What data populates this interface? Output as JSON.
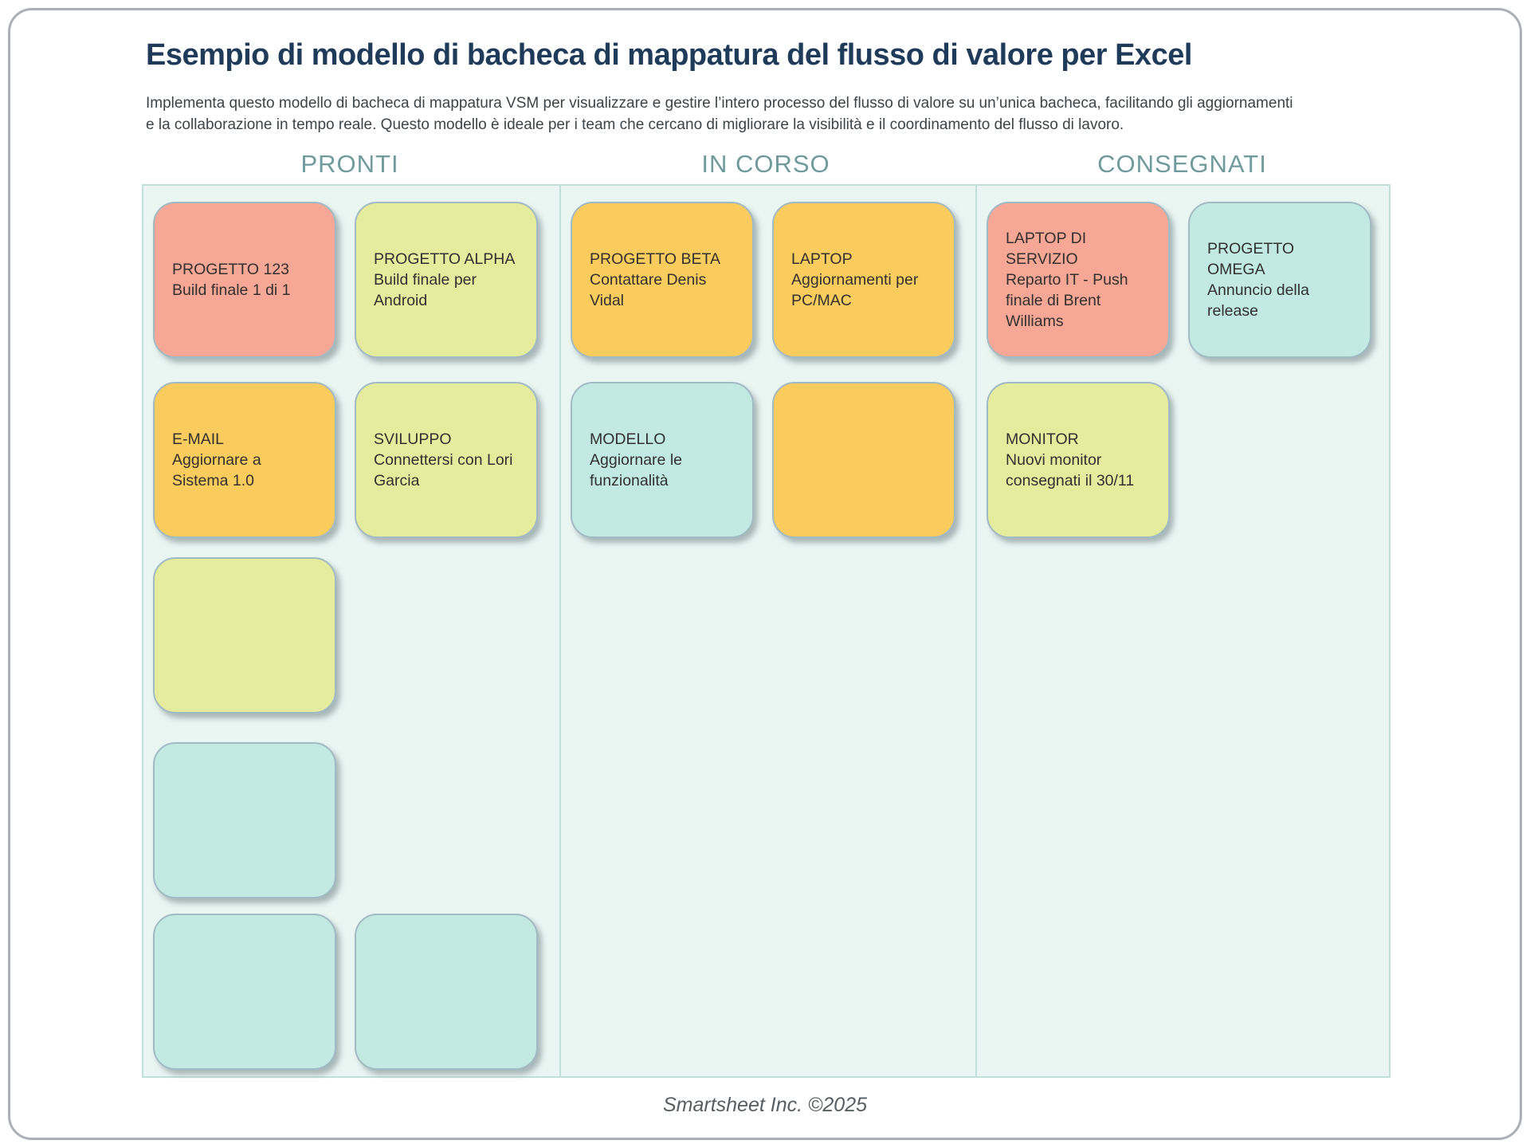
{
  "page": {
    "title": "Esempio di modello di bacheca di mappatura del flusso di valore per Excel",
    "subtitle_line1": "Implementa questo modello di bacheca di mappatura VSM per visualizzare e gestire l’intero processo del flusso di valore su un’unica bacheca, facilitando gli aggiornamenti",
    "subtitle_line2": "e la collaborazione in tempo reale. Questo modello è ideale per i team che cercano di migliorare la visibilità e il coordinamento del flusso di lavoro.",
    "footer_credit": "Smartsheet Inc. ©2025"
  },
  "colors": {
    "title_navy": "#1F3B5A",
    "header_teal": "#6F9B9D",
    "board_bg": "#EAF6F2",
    "board_border": "#C2E0DA",
    "card_border": "#A2BAC3",
    "salmon": "#F6A795",
    "orange": "#F9CC5D",
    "green": "#E6EC9E",
    "teal": "#C2EAE2"
  },
  "board": {
    "columns": [
      {
        "label": "PRONTI",
        "cards": [
          {
            "title": "PROGETTO 123",
            "body": "Build finale 1 di 1",
            "color": "salmon"
          },
          {
            "title": "PROGETTO ALPHA",
            "body": "Build finale per Android",
            "color": "green"
          },
          {
            "title": "E-MAIL",
            "body": "Aggiornare a Sistema 1.0",
            "color": "orange"
          },
          {
            "title": "SVILUPPO",
            "body": "Connettersi con Lori Garcia",
            "color": "green"
          },
          {
            "title": "",
            "body": "",
            "color": "green"
          },
          {
            "title": "",
            "body": "",
            "color": "teal"
          },
          {
            "title": "",
            "body": "",
            "color": "teal"
          },
          {
            "title": "",
            "body": "",
            "color": "teal"
          }
        ]
      },
      {
        "label": "IN CORSO",
        "cards": [
          {
            "title": "PROGETTO BETA",
            "body": "Contattare Denis Vidal",
            "color": "orange"
          },
          {
            "title": "LAPTOP",
            "body": "Aggiornamenti per PC/MAC",
            "color": "orange"
          },
          {
            "title": "MODELLO",
            "body": "Aggiornare le funzionalità",
            "color": "teal"
          },
          {
            "title": "",
            "body": "",
            "color": "orange"
          }
        ]
      },
      {
        "label": "CONSEGNATI",
        "cards": [
          {
            "title": "LAPTOP DI SERVIZIO",
            "body": "Reparto IT - Push finale di Brent Williams",
            "color": "salmon"
          },
          {
            "title": "PROGETTO OMEGA",
            "body": "Annuncio della release",
            "color": "teal"
          },
          {
            "title": "MONITOR",
            "body": "Nuovi monitor consegnati il 30/11",
            "color": "green"
          }
        ]
      }
    ]
  }
}
